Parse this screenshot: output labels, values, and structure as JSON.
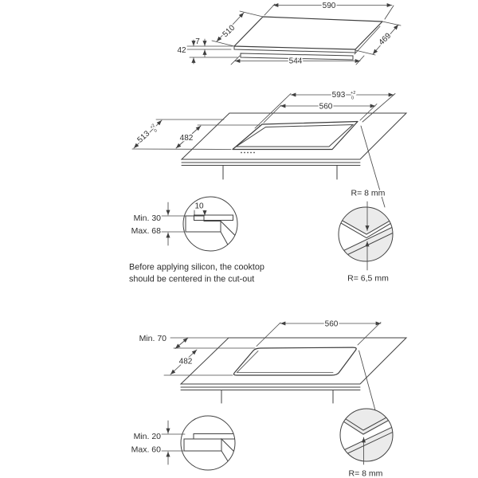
{
  "colors": {
    "line": "#3f3f3f",
    "surface_gray": "#ebebeb",
    "glass_white": "#ffffff",
    "frame_gray": "#f1f1f1"
  },
  "top_view": {
    "labels": {
      "top_width": "590",
      "left_depth": "510",
      "right_depth": "469",
      "bottom_width": "544",
      "glass_thickness": "7",
      "total_height": "42"
    }
  },
  "install_view": {
    "labels": {
      "niche_width": "593",
      "niche_width_tol_plus": "+2",
      "niche_width_tol_minus": "0",
      "cutout_width": "560",
      "niche_depth": "513",
      "niche_depth_tol_plus": "+2",
      "niche_depth_tol_minus": "0",
      "cutout_depth": "482"
    }
  },
  "edge_detail_top": {
    "ledge_width": "10",
    "min_thickness": "Min. 30",
    "max_thickness": "Max. 68"
  },
  "corner_detail_top": {
    "radius_cutout": "R= 8 mm",
    "radius_cooktop": "R= 6,5 mm"
  },
  "note": {
    "line1": "Before applying silicon, the cooktop",
    "line2": "should be centered in the cut-out"
  },
  "bottom_view": {
    "labels": {
      "wall_clearance": "Min. 70",
      "cutout_width": "560",
      "cutout_depth": "482"
    }
  },
  "edge_detail_bottom": {
    "min_thickness": "Min. 20",
    "max_thickness": "Max. 60"
  },
  "corner_detail_bottom": {
    "radius_cutout": "R= 8 mm"
  }
}
